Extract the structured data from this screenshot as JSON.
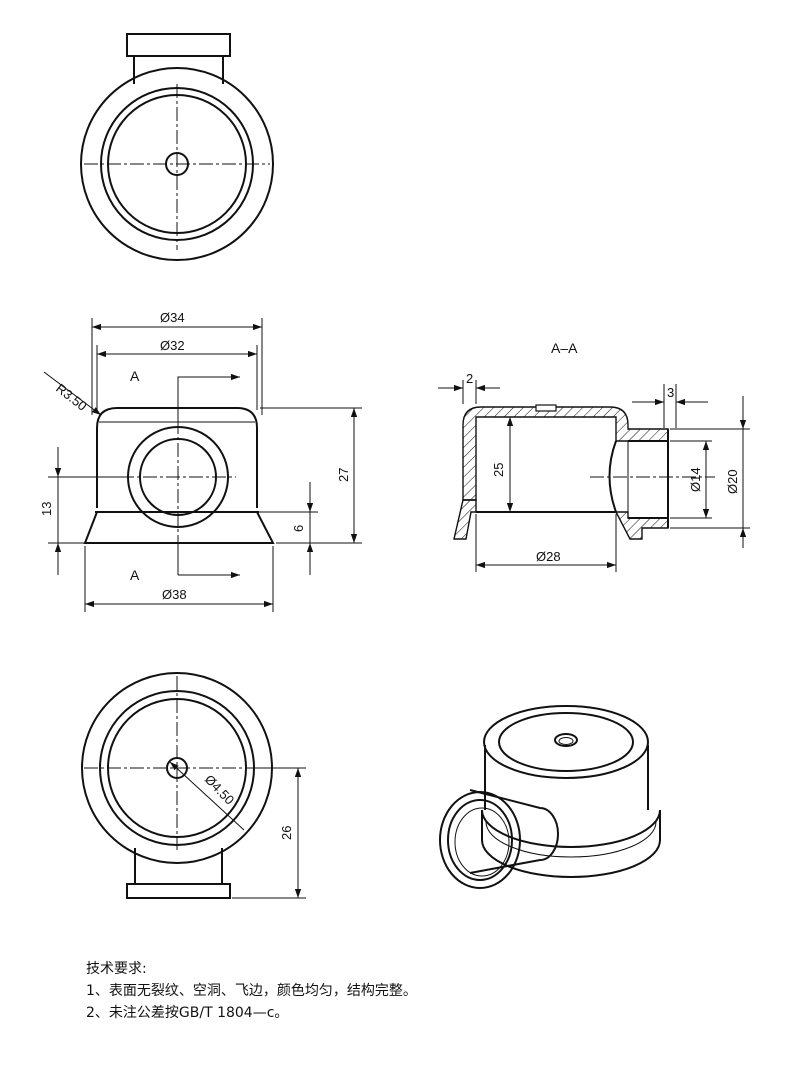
{
  "section_label": "A–A",
  "cut_label_top": "A",
  "cut_label_bottom": "A",
  "dimensions": {
    "front_dia_top": "Ø34",
    "front_dia_inner": "Ø32",
    "front_radius": "R3.50",
    "front_height_total": "27",
    "front_height_boss": "13",
    "front_height_flange": "6",
    "front_dia_base": "Ø38",
    "section_wall": "2",
    "section_boss_wall": "3",
    "section_height": "25",
    "section_bore": "Ø14",
    "section_boss_dia": "Ø20",
    "section_base_inner": "Ø28",
    "bottom_hole_dia": "Ø4.50",
    "bottom_height": "26"
  },
  "notes": {
    "title": "技术要求:",
    "line1": "1、表面无裂纹、空洞、飞边，颜色均匀，结构完整。",
    "line2": "2、未注公差按GB/T 1804—c。"
  }
}
